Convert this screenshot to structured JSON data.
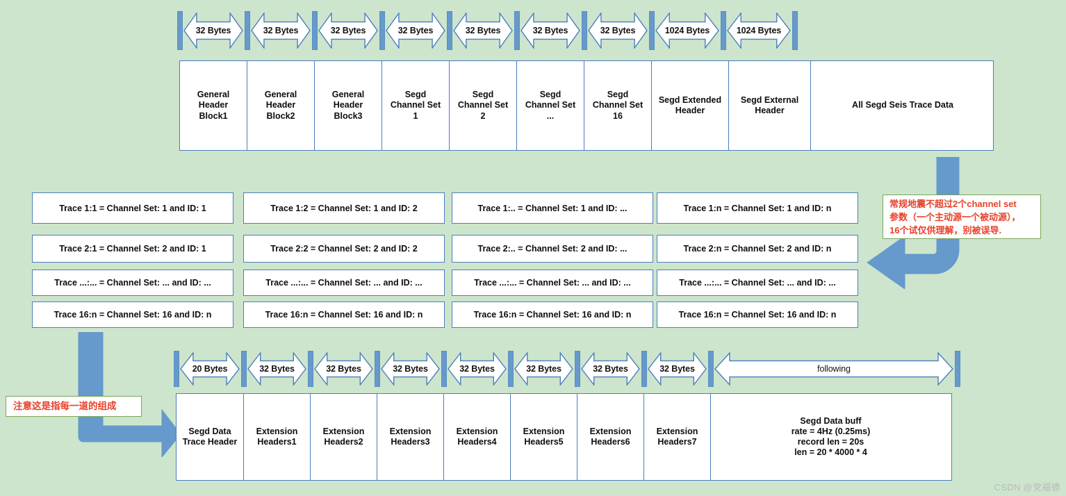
{
  "page": {
    "background_color": "#cde5cc",
    "block_border_color": "#4a7ebb",
    "tick_color": "#6699cc",
    "connector_color": "#6699cc",
    "note_text_color": "#e8402a",
    "note_border_color": "#7aa65a",
    "watermark": "CSDN @党福德"
  },
  "top_section": {
    "size_labels": [
      "32 Bytes",
      "32 Bytes",
      "32 Bytes",
      "32 Bytes",
      "32 Bytes",
      "32 Bytes",
      "32 Bytes",
      "1024 Bytes",
      "1024 Bytes"
    ],
    "blocks": [
      "General\nHeader\nBlock1",
      "General\nHeader\nBlock2",
      "General\nHeader\nBlock3",
      "Segd\nChannel Set\n1",
      "Segd\nChannel Set\n2",
      "Segd\nChannel Set\n...",
      "Segd\nChannel Set\n16",
      "Segd Extended\nHeader",
      "Segd External\nHeader",
      "All Segd Seis Trace Data"
    ]
  },
  "trace_grid": {
    "rows": [
      [
        "Trace 1:1 =  Channel Set: 1 and ID: 1",
        "Trace 1:2 =  Channel Set: 1 and ID: 2",
        "Trace 1:.. =  Channel Set: 1 and ID: ...",
        "Trace 1:n =  Channel Set: 1 and ID: n"
      ],
      [
        "Trace 2:1 =  Channel Set: 2 and ID: 1",
        "Trace 2:2 =  Channel Set: 2 and ID: 2",
        "Trace 2:.. =  Channel Set: 2 and ID: ...",
        "Trace 2:n =  Channel Set: 2 and ID: n"
      ],
      [
        "Trace ...:... =  Channel Set: ... and ID: ...",
        "Trace ...:... =  Channel Set: ... and ID: ...",
        "Trace ...:... =  Channel Set: ... and ID: ...",
        "Trace ...:... =  Channel Set: ... and ID: ..."
      ],
      [
        "Trace 16:n =  Channel Set: 16 and ID: n",
        "Trace 16:n =  Channel Set: 16 and ID: n",
        "Trace 16:n =  Channel Set: 16 and ID: n",
        "Trace 16:n =  Channel Set: 16 and ID: n"
      ]
    ]
  },
  "bottom_section": {
    "size_labels": [
      "20 Bytes",
      "32 Bytes",
      "32 Bytes",
      "32 Bytes",
      "32 Bytes",
      "32 Bytes",
      "32 Bytes",
      "32 Bytes",
      "following"
    ],
    "blocks": [
      "Segd Data\nTrace Header",
      "Extension\nHeaders1",
      "Extension\nHeaders2",
      "Extension\nHeaders3",
      "Extension\nHeaders4",
      "Extension\nHeaders5",
      "Extension\nHeaders6",
      "Extension\nHeaders7",
      "Segd Data buff\nrate = 4Hz (0.25ms)\nrecord len = 20s\nlen = 20 * 4000 * 4"
    ]
  },
  "notes": {
    "right_note": "常规地震不超过2个channel set\n参数（一个主动源一个被动源），\n16个试仅供理解，别被误导.",
    "left_note": "注意这是指每一道的组成"
  }
}
